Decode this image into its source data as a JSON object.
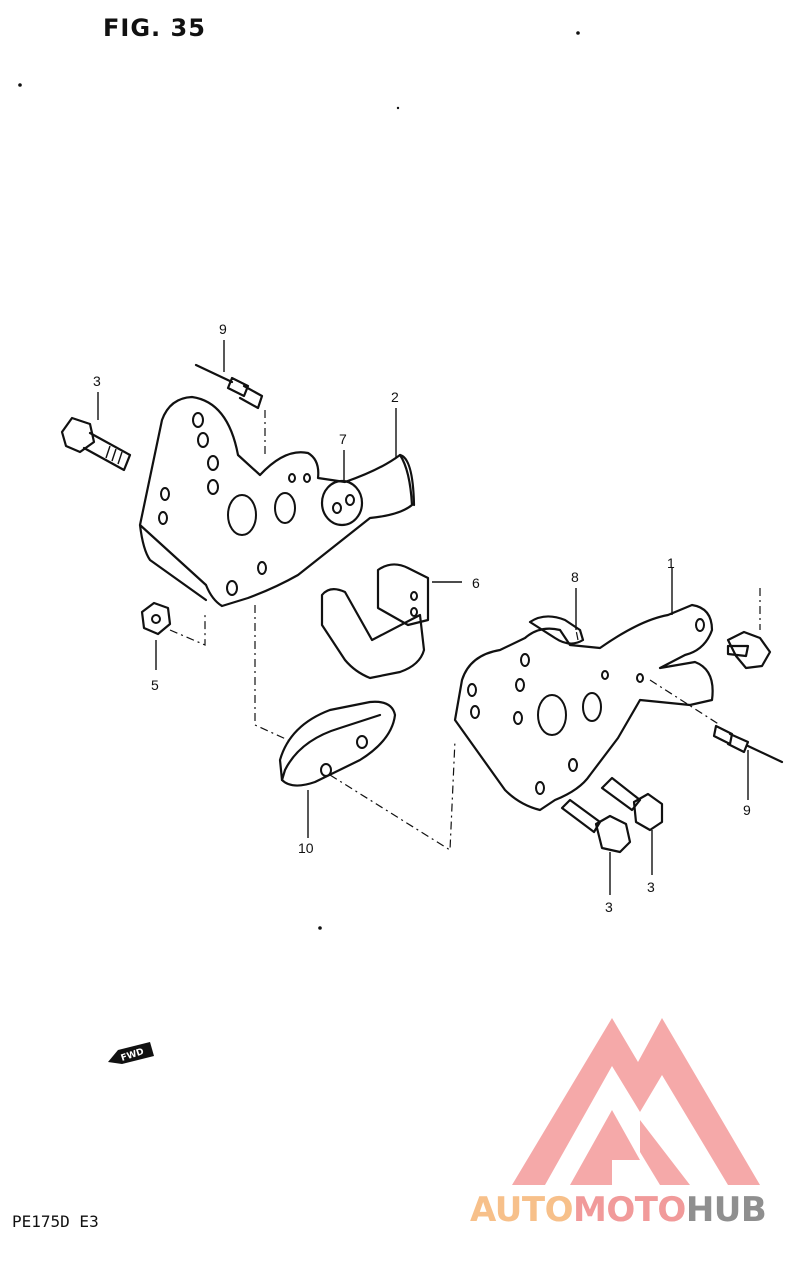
{
  "header": {
    "figure_title": "FIG. 35"
  },
  "footer": {
    "model_code": "PE175D E3"
  },
  "callouts": {
    "c1": "1",
    "c2": "2",
    "c3a": "3",
    "c3b": "3",
    "c3c": "3",
    "c5": "5",
    "c6": "6",
    "c7": "7",
    "c8": "8",
    "c9a": "9",
    "c9b": "9",
    "c10": "10"
  },
  "direction_arrow": {
    "text": "FWD"
  },
  "watermark": {
    "part1": "AUTO",
    "part2": "MOTO",
    "part3": "HUB",
    "colors": {
      "auto": "#f7c08a",
      "moto": "#f19a9a",
      "hub": "#8f8f8f",
      "logo": "#f4a0a0"
    }
  }
}
